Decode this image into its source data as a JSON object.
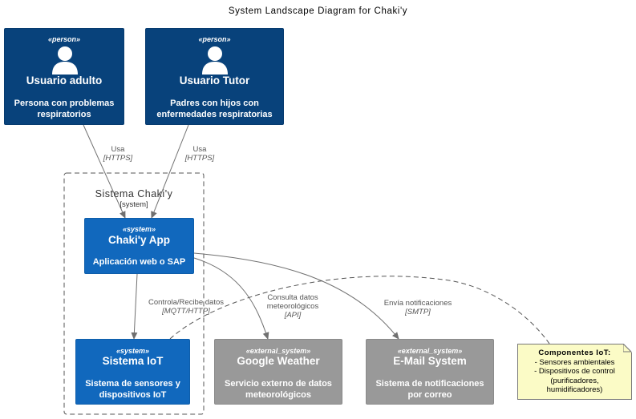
{
  "title": "System Landscape Diagram for Chaki'y",
  "boundary": {
    "name": "Sistema Chaki'y",
    "type": "[system]"
  },
  "nodes": {
    "usuario_adulto": {
      "stereotype": "«person»",
      "name": "Usuario adulto",
      "description": "Persona con problemas respiratorios"
    },
    "usuario_tutor": {
      "stereotype": "«person»",
      "name": "Usuario Tutor",
      "description": "Padres con hijos con enfermedades respiratorias"
    },
    "chakiy_app": {
      "stereotype": "«system»",
      "name": "Chaki'y App",
      "description": "Aplicación web o SAP"
    },
    "sistema_iot": {
      "stereotype": "«system»",
      "name": "Sistema IoT",
      "description": "Sistema de sensores y dispositivos IoT"
    },
    "google_weather": {
      "stereotype": "«external_system»",
      "name": "Google Weather",
      "description": "Servicio externo de datos meteorológicos"
    },
    "email_system": {
      "stereotype": "«external_system»",
      "name": "E-Mail System",
      "description": "Sistema de notificaciones por correo"
    }
  },
  "edges": {
    "adulto_app": {
      "label": "Usa",
      "tech": "[HTTPS]"
    },
    "tutor_app": {
      "label": "Usa",
      "tech": "[HTTPS]"
    },
    "app_iot": {
      "label": "Controla/Recibe datos",
      "tech": "[MQTT/HTTP]"
    },
    "app_weather": {
      "label_line1": "Consulta datos",
      "label_line2": "meteorológicos",
      "tech": "[API]"
    },
    "app_email": {
      "label": "Envía notificaciones",
      "tech": "[SMTP]"
    }
  },
  "note": {
    "title": "Componentes IoT:",
    "lines": [
      "- Sensores ambientales",
      "- Dispositivos de control",
      "(purificadores,",
      "humidificadores)"
    ]
  },
  "colors": {
    "person": "#08427b",
    "system": "#1168bd",
    "external": "#999999",
    "note": "#fbfbc6"
  },
  "icons": {
    "person": "person-icon"
  }
}
